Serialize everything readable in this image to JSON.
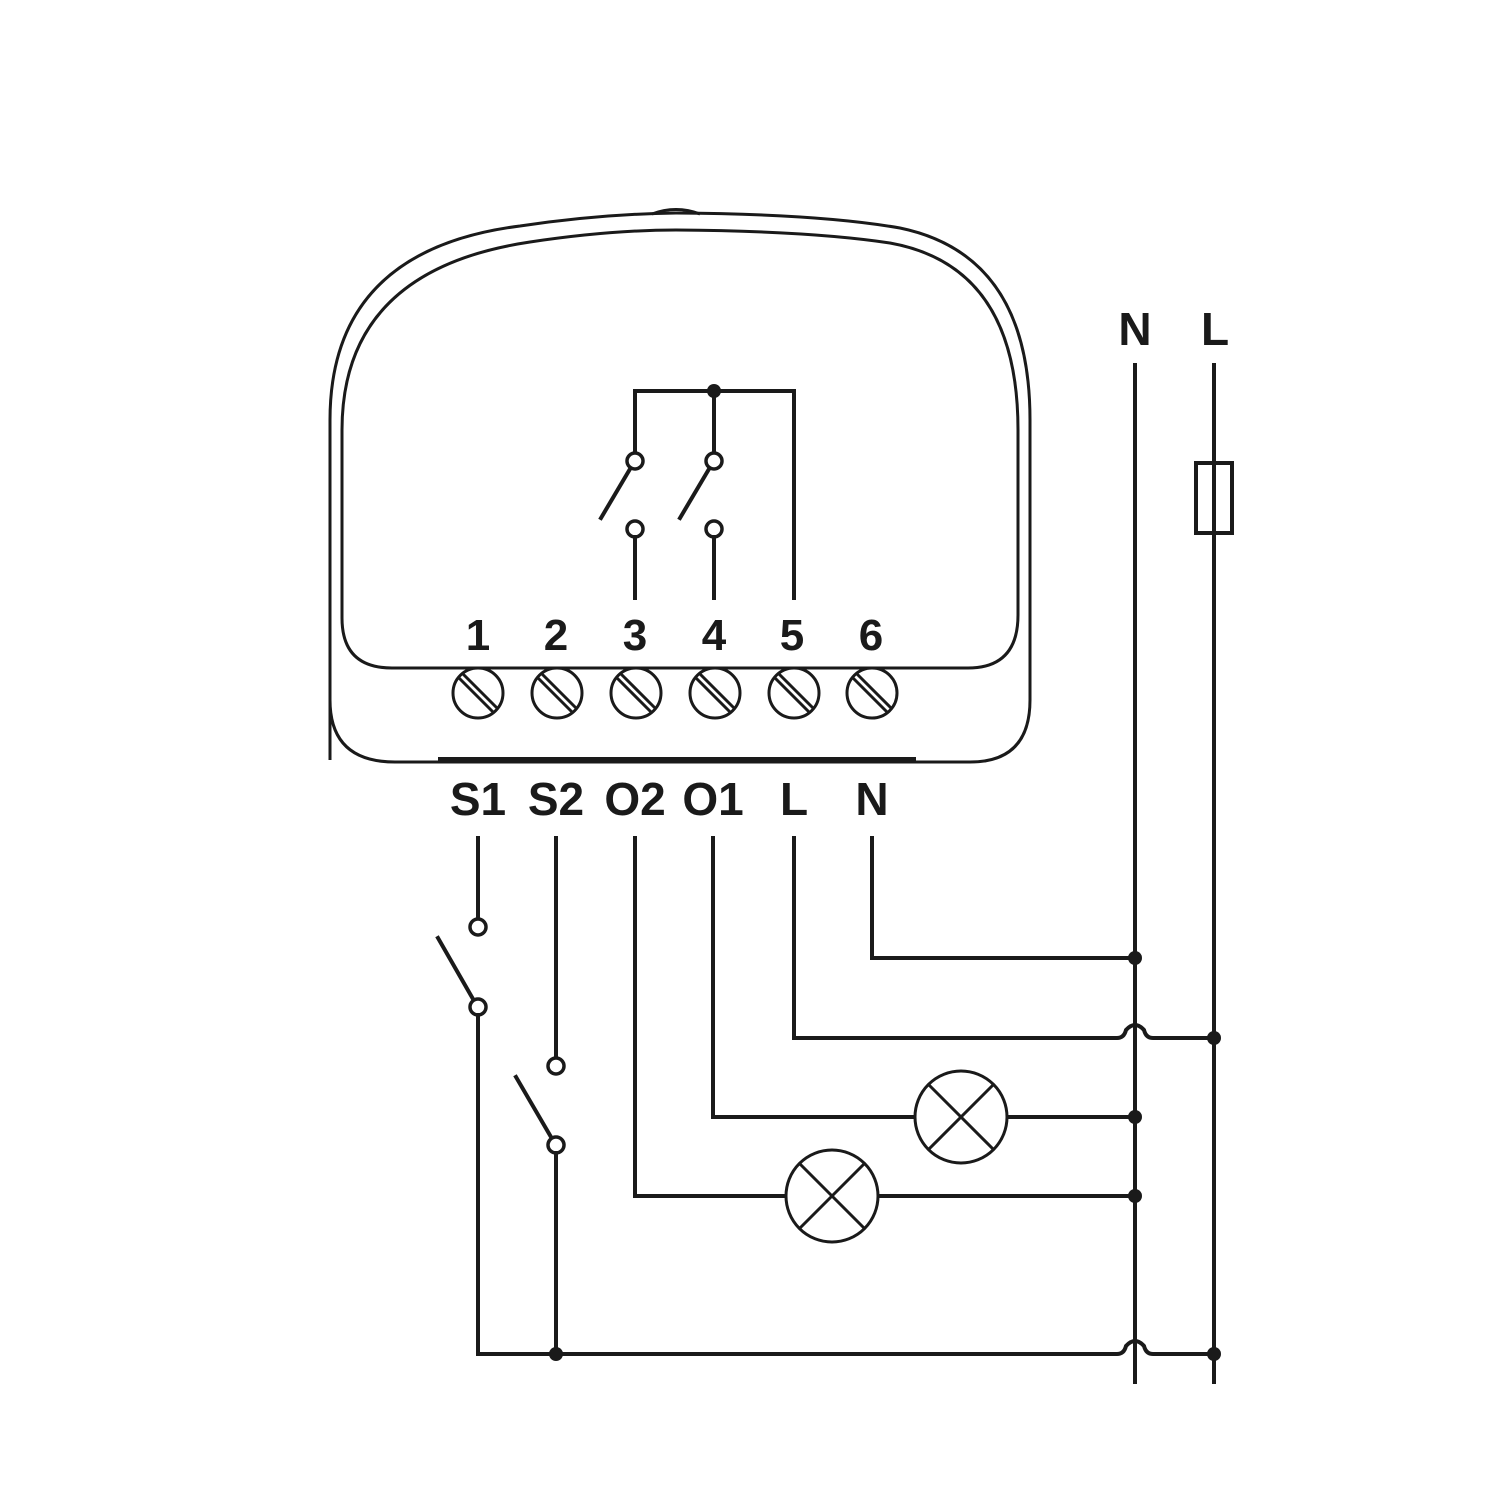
{
  "terminal_numbers": [
    "1",
    "2",
    "3",
    "4",
    "5",
    "6"
  ],
  "terminal_labels": [
    "S1",
    "S2",
    "O2",
    "O1",
    "L",
    "N"
  ],
  "bus_labels": [
    "N",
    "L"
  ],
  "colors": {
    "line": "#1a1a1a",
    "background": "#ffffff"
  }
}
